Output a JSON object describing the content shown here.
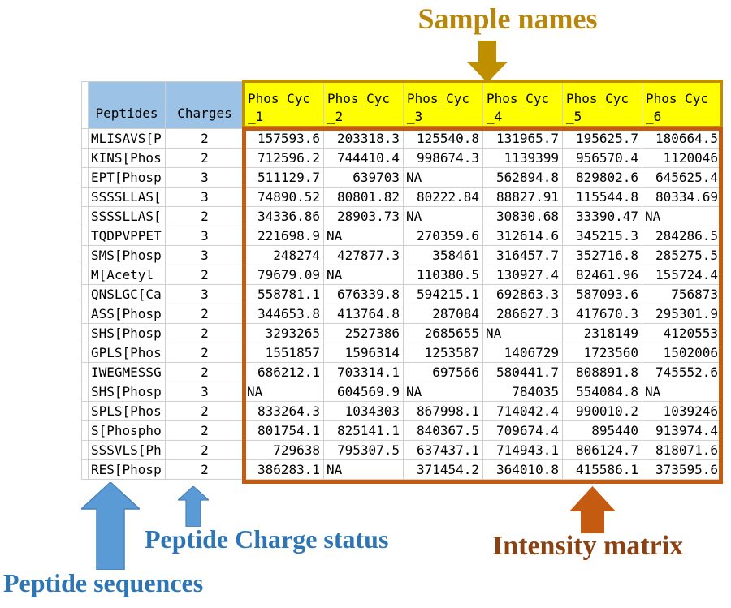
{
  "annotations": {
    "sample_names": "Sample names",
    "peptide_sequences": "Peptide sequences",
    "peptide_charge_status": "Peptide Charge status",
    "intensity_matrix": "Intensity matrix"
  },
  "colors": {
    "sample_accent": "#B8860B",
    "sample_outline": "#BF8F00",
    "blue_text": "#2E75B6",
    "blue_arrow_fill": "#5B9BD5",
    "blue_arrow_stroke": "#4783BD",
    "orange_accent": "#C55A11",
    "orange_text": "#8B4111",
    "header_blue_bg": "#9CC2E5",
    "header_yellow_bg": "#FFFF00"
  },
  "table": {
    "peptides_header": "Peptides",
    "charges_header": "Charges",
    "sample_columns": [
      {
        "label": "Phos_Cyc_1",
        "line1": "Phos_Cyc",
        "line2": "_1"
      },
      {
        "label": "Phos_Cyc_2",
        "line1": "Phos_Cyc",
        "line2": "_2"
      },
      {
        "label": "Phos_Cyc_3",
        "line1": "Phos_Cyc",
        "line2": "_3"
      },
      {
        "label": "Phos_Cyc_4",
        "line1": "Phos_Cyc",
        "line2": "_4"
      },
      {
        "label": "Phos_Cyc_5",
        "line1": "Phos_Cyc",
        "line2": "_5"
      },
      {
        "label": "Phos_Cyc_6",
        "line1": "Phos_Cyc",
        "line2": "_6"
      }
    ],
    "rows": [
      {
        "peptide": "MLISAVS[P",
        "charge": "2",
        "values": [
          "157593.6",
          "203318.3",
          "125540.8",
          "131965.7",
          "195625.7",
          "180664.5"
        ]
      },
      {
        "peptide": "KINS[Phos",
        "charge": "2",
        "values": [
          "712596.2",
          "744410.4",
          "998674.3",
          "1139399",
          "956570.4",
          "1120046"
        ]
      },
      {
        "peptide": "EPT[Phosp",
        "charge": "3",
        "values": [
          "511129.7",
          "639703",
          "NA",
          "562894.8",
          "829802.6",
          "645625.4"
        ]
      },
      {
        "peptide": "SSSSLLAS[",
        "charge": "3",
        "values": [
          "74890.52",
          "80801.82",
          "80222.84",
          "88827.91",
          "115544.8",
          "80334.69"
        ]
      },
      {
        "peptide": "SSSSLLAS[",
        "charge": "2",
        "values": [
          "34336.86",
          "28903.73",
          "NA",
          "30830.68",
          "33390.47",
          "NA"
        ]
      },
      {
        "peptide": "TQDPVPPET",
        "charge": "3",
        "values": [
          "221698.9",
          "NA",
          "270359.6",
          "312614.6",
          "345215.3",
          "284286.5"
        ]
      },
      {
        "peptide": "SMS[Phosp",
        "charge": "3",
        "values": [
          "248274",
          "427877.3",
          "358461",
          "316457.7",
          "352716.8",
          "285275.5"
        ]
      },
      {
        "peptide": "M[Acetyl",
        "charge": "2",
        "values": [
          "79679.09",
          "NA",
          "110380.5",
          "130927.4",
          "82461.96",
          "155724.4"
        ]
      },
      {
        "peptide": "QNSLGC[Ca",
        "charge": "3",
        "values": [
          "558781.1",
          "676339.8",
          "594215.1",
          "692863.3",
          "587093.6",
          "756873"
        ]
      },
      {
        "peptide": "ASS[Phosp",
        "charge": "2",
        "values": [
          "344653.8",
          "413764.8",
          "287084",
          "286627.3",
          "417670.3",
          "295301.9"
        ]
      },
      {
        "peptide": "SHS[Phosp",
        "charge": "2",
        "values": [
          "3293265",
          "2527386",
          "2685655",
          "NA",
          "2318149",
          "4120553"
        ]
      },
      {
        "peptide": "GPLS[Phos",
        "charge": "2",
        "values": [
          "1551857",
          "1596314",
          "1253587",
          "1406729",
          "1723560",
          "1502006"
        ]
      },
      {
        "peptide": "IWEGMESSG",
        "charge": "2",
        "values": [
          "686212.1",
          "703314.1",
          "697566",
          "580441.7",
          "808891.8",
          "745552.6"
        ]
      },
      {
        "peptide": "SHS[Phosp",
        "charge": "3",
        "values": [
          "NA",
          "604569.9",
          "NA",
          "784035",
          "554084.8",
          "NA"
        ]
      },
      {
        "peptide": "SPLS[Phos",
        "charge": "2",
        "values": [
          "833264.3",
          "1034303",
          "867998.1",
          "714042.4",
          "990010.2",
          "1039246"
        ]
      },
      {
        "peptide": "S[Phospho",
        "charge": "2",
        "values": [
          "801754.1",
          "825141.1",
          "840367.5",
          "709674.4",
          "895440",
          "913974.4"
        ]
      },
      {
        "peptide": "SSSVLS[Ph",
        "charge": "2",
        "values": [
          "729638",
          "795307.5",
          "637437.1",
          "714943.1",
          "806124.7",
          "818071.6"
        ]
      },
      {
        "peptide": "RES[Phosp",
        "charge": "2",
        "values": [
          "386283.1",
          "NA",
          "371454.2",
          "364010.8",
          "415586.1",
          "373595.6"
        ]
      }
    ]
  }
}
